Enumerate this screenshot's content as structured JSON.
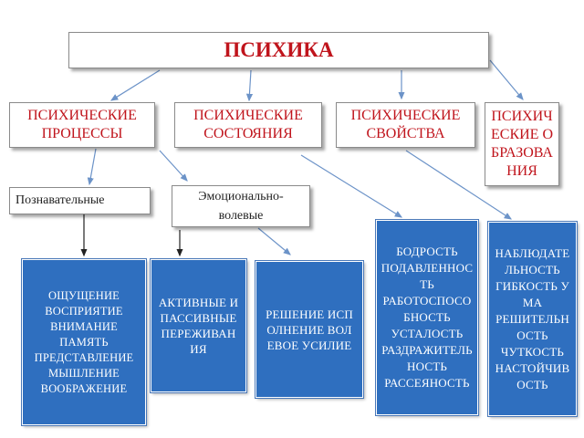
{
  "root": {
    "title": "ПСИХИКА"
  },
  "categories": [
    {
      "id": "processes",
      "label": "ПСИХИЧЕСКИЕ ПРОЦЕССЫ"
    },
    {
      "id": "states",
      "label": "ПСИХИЧЕСКИЕ СОСТОЯНИЯ"
    },
    {
      "id": "properties",
      "label": "ПСИХИЧЕСКИЕ СВОЙСТВА"
    },
    {
      "id": "formations",
      "label": "ПСИХИЧЕСКИЕ ОБРАЗОВАНИЯ"
    }
  ],
  "subtypes": [
    {
      "id": "cognitive",
      "label": "Познавательные"
    },
    {
      "id": "emotional",
      "label": "Эмоционально-волевые"
    }
  ],
  "details": [
    {
      "id": "cognitive-list",
      "text": "ОЩУЩЕНИЕ\nВОСПРИЯТИЕ\nВНИМАНИЕ\nПАМЯТЬ\nПРЕДСТАВЛЕНИЕ\nМЫШЛЕНИЕ\nВООБРАЖЕНИЕ"
    },
    {
      "id": "experiences",
      "text": "АКТИВНЫЕ И ПАССИВНЫЕ ПЕРЕЖИВАНИЯ"
    },
    {
      "id": "volition",
      "text": "РЕШЕНИЕ ИСПОЛНЕНИЕ ВОЛЕВОЕ УСИЛИЕ"
    },
    {
      "id": "states-list",
      "text": "БОДРОСТЬ\nПОДАВЛЕННОСТЬ\nРАБОТОСПОСОБНОСТЬ\nУСТАЛОСТЬ\nРАЗДРАЖИТЕЛЬНОСТЬ\nРАССЕЯНОСТЬ"
    },
    {
      "id": "formations-list",
      "text": "НАБЛЮДАТЕЛЬНОСТЬ\nГИБКОСТЬ УМА\nРЕШИТЕЛЬНОСТЬ\nЧУТКОСТЬ\nНАСТОЙЧИВОСТЬ"
    }
  ],
  "colors": {
    "title_text": "#c0141c",
    "detail_box": "#2f6fbf",
    "arrow": "#6c93c8",
    "arrow_dark": "#222222"
  }
}
